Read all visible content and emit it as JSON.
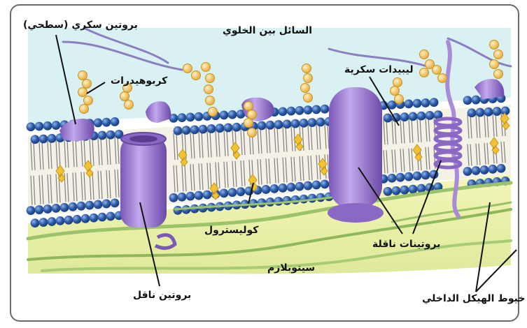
{
  "labels": {
    "extracellular_fluid": "السائل بين الخلوي",
    "glycoprotein": "بروتين سكري (سطحي)",
    "carbohydrates": "كربوهيدرات",
    "glycolipids": "ليبيدات سكرية",
    "cholesterol": "كوليسترول",
    "cytoplasm": "سيتوبلازم",
    "transport_protein_single": "بروتين ناقل",
    "transport_proteins": "بروتينات ناقلة",
    "cytoskeleton": "خيوط الهيكل الداخلي"
  },
  "colors": {
    "extracellular": "#d9f1f2",
    "phospholipid_head": "#2b5aa6",
    "tail": "#f4f1e6",
    "cytoplasm": "#eef3a6",
    "protein": "#a07fd0",
    "sugar": "#f3c35a",
    "filament": "#9bc36a"
  }
}
